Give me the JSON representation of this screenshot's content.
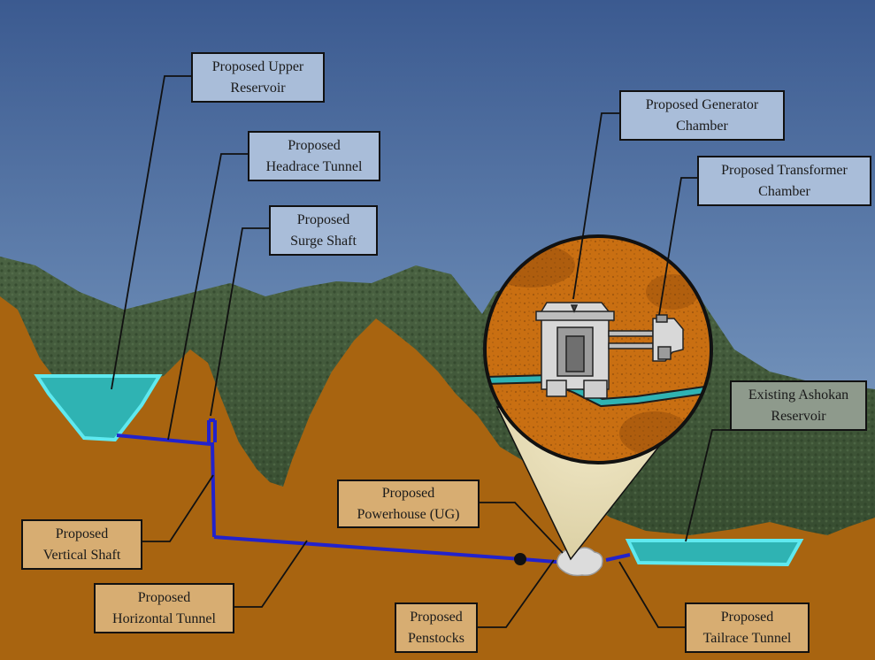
{
  "labels": {
    "upper_reservoir": {
      "line1": "Proposed Upper",
      "line2": "Reservoir"
    },
    "headrace_tunnel": {
      "line1": "Proposed",
      "line2": "Headrace Tunnel"
    },
    "surge_shaft": {
      "line1": "Proposed",
      "line2": "Surge Shaft"
    },
    "generator_chamber": {
      "line1": "Proposed Generator",
      "line2": "Chamber"
    },
    "transformer_chamber": {
      "line1": "Proposed Transformer",
      "line2": "Chamber"
    },
    "ashokan_reservoir": {
      "line1": "Existing Ashokan",
      "line2": "Reservoir"
    },
    "powerhouse": {
      "line1": "Proposed",
      "line2": "Powerhouse (UG)"
    },
    "vertical_shaft": {
      "line1": "Proposed",
      "line2": "Vertical Shaft"
    },
    "horizontal_tunnel": {
      "line1": "Proposed",
      "line2": "Horizontal Tunnel"
    },
    "penstocks": {
      "line1": "Proposed",
      "line2": "Penstocks"
    },
    "tailrace_tunnel": {
      "line1": "Proposed",
      "line2": "Tailrace Tunnel"
    }
  },
  "colors": {
    "sky_top": "#3e5e94",
    "sky_bottom": "#9cb4cc",
    "ground": "#a86410",
    "forest": "#3d5535",
    "water": "#2fb3b3",
    "water_edge": "#5fe9ef",
    "tunnel": "#2222cc",
    "label_blue": "#a9bdd9",
    "label_tan": "#d7ad72",
    "label_sage": "#8e9a8c",
    "inset_fill": "#c96f12"
  }
}
